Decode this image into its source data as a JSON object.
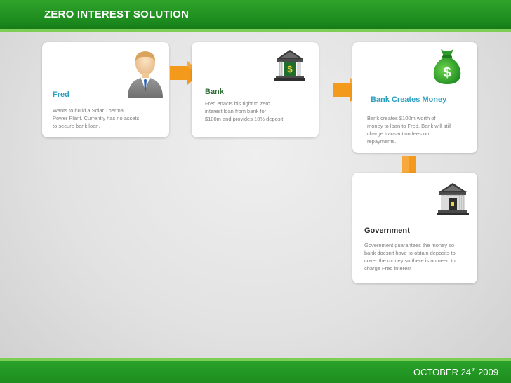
{
  "header": {
    "title": "ZERO INTEREST SOLUTION"
  },
  "footer": {
    "date_prefix": "OCTOBER 24",
    "date_suffix": "th",
    "date_year": "2009"
  },
  "cards": {
    "fred": {
      "title": "Fred",
      "description": "Wants to build a Solar Thermal Power Plant. Currently has no assets to secure bank loan.",
      "title_color": "#2a9fc0",
      "icon": "businessman-icon"
    },
    "bank": {
      "title": "Bank",
      "description": "Fred enacts his right to zero interest loan from bank for $100m and provides 10% deposit",
      "title_color": "#2f6f37",
      "icon": "bank-building-icon"
    },
    "bank_creates": {
      "title": "Bank Creates Money",
      "description": "Bank creates $100m worth of money to loan to Fred. Bank will still charge transaction fees on repayments.",
      "title_color": "#2a9fc0",
      "icon": "money-bag-icon"
    },
    "government": {
      "title": "Government",
      "description": "Government guarantees the money so bank doesn't have to obtain deposits to cover the money so there is no need to charge Fred interest",
      "title_color": "#2b2b2b",
      "icon": "government-building-icon"
    }
  },
  "colors": {
    "accent_green": "#1d8c1f",
    "arrow_orange": "#f39a1d"
  }
}
